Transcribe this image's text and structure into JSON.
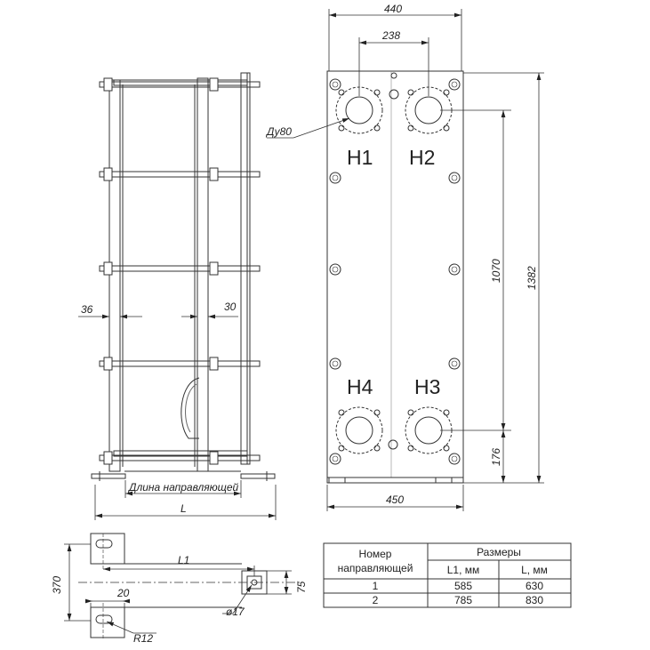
{
  "side_view": {
    "dim_36": "36",
    "dim_30": "30",
    "guide_length_label": "Длина направляющей",
    "dim_L": "L"
  },
  "front_view": {
    "dim_440": "440",
    "dim_238": "238",
    "dim_du80": "Ду80",
    "dim_1070": "1070",
    "dim_1382": "1382",
    "dim_176": "176",
    "dim_450": "450",
    "ports": [
      "Н1",
      "Н2",
      "Н4",
      "Н3"
    ]
  },
  "base_view": {
    "dim_370": "370",
    "dim_L1": "L1",
    "dim_20": "20",
    "dim_75": "75",
    "dim_d17": "ø17",
    "dim_R12": "R12"
  },
  "table": {
    "col1_header_line1": "Номер",
    "col1_header_line2": "направляющей",
    "col2_header": "Размеры",
    "sub_L1": "L1, мм",
    "sub_L": "L, мм",
    "rows": [
      {
        "num": "1",
        "L1": "585",
        "L": "630"
      },
      {
        "num": "2",
        "L1": "785",
        "L": "830"
      }
    ]
  }
}
